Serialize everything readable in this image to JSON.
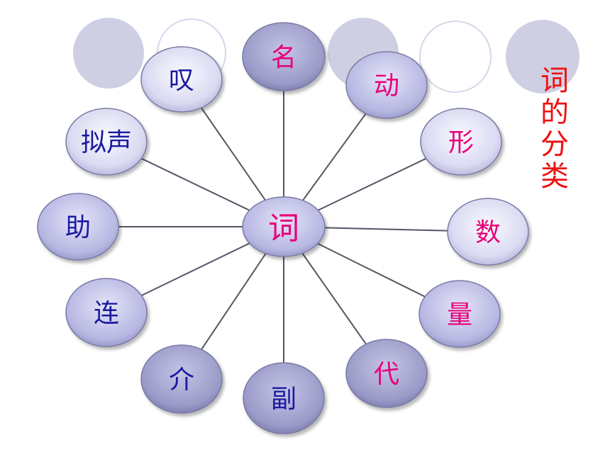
{
  "center": {
    "label": "词",
    "text_color": "#e8007a"
  },
  "spokes": [
    {
      "id": "ming",
      "label": "名",
      "text_color": "#e8007a"
    },
    {
      "id": "dong",
      "label": "动",
      "text_color": "#e8007a"
    },
    {
      "id": "xing",
      "label": "形",
      "text_color": "#e8007a"
    },
    {
      "id": "shu",
      "label": "数",
      "text_color": "#e8007a"
    },
    {
      "id": "liang",
      "label": "量",
      "text_color": "#e8007a"
    },
    {
      "id": "dai",
      "label": "代",
      "text_color": "#e8007a"
    },
    {
      "id": "fu",
      "label": "副",
      "text_color": "#1a1aa0"
    },
    {
      "id": "jie",
      "label": "介",
      "text_color": "#1a1aa0"
    },
    {
      "id": "lian",
      "label": "连",
      "text_color": "#1a1aa0"
    },
    {
      "id": "zhu",
      "label": "助",
      "text_color": "#1a1aa0"
    },
    {
      "id": "nishengci",
      "label": "拟声",
      "text_color": "#1a1aa0"
    },
    {
      "id": "tan",
      "label": "叹",
      "text_color": "#1a1aa0"
    }
  ],
  "side_title": {
    "label": "词的分类",
    "color": "#ee1111"
  },
  "colors": {
    "dark_fill": "#a6a6d8",
    "light_fill": "#e8e8f8",
    "deco_fill": "#cfcfe4",
    "deco_ring": "#d6d6ea",
    "line": "#555566",
    "outline": "#7a7aa6"
  }
}
